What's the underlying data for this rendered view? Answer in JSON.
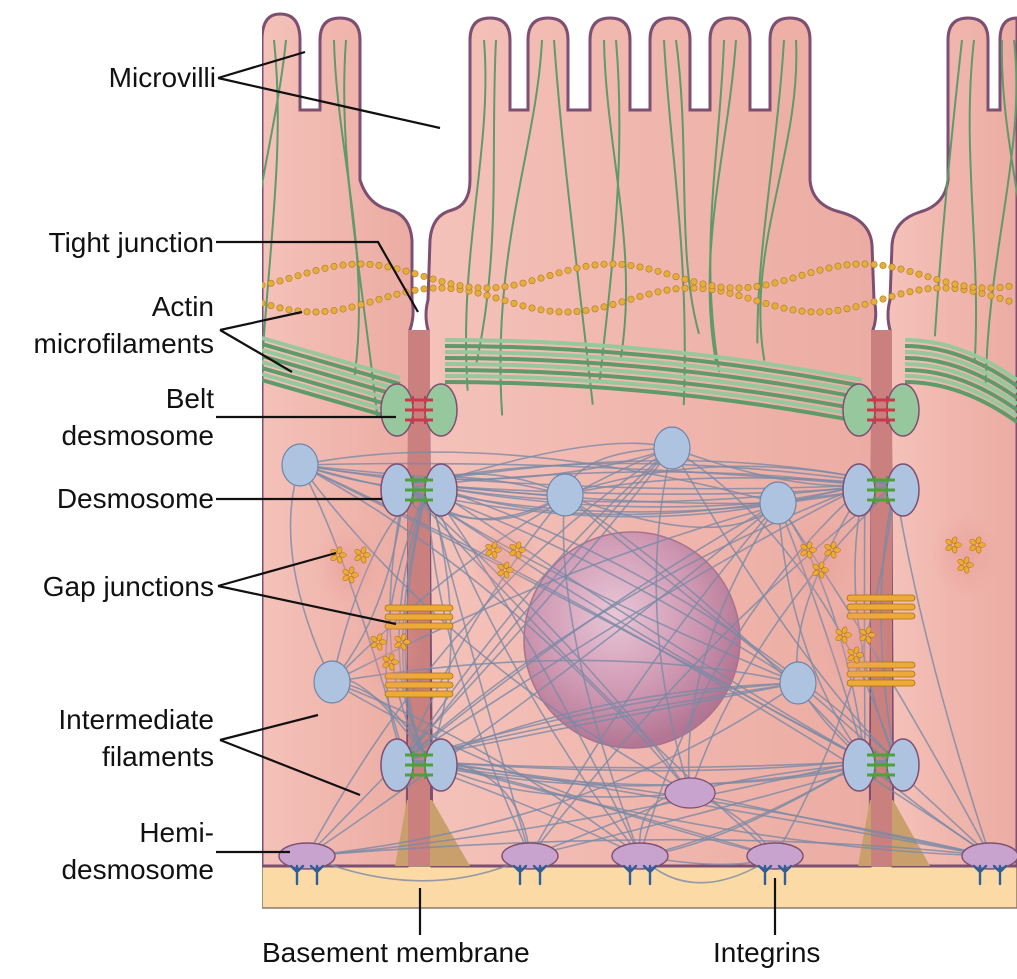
{
  "labels": {
    "microvilli": "Microvilli",
    "tight_junction": "Tight junction",
    "actin_line1": "Actin",
    "actin_line2": "microfilaments",
    "belt_line1": "Belt",
    "belt_line2": "desmosome",
    "desmosome": "Desmosome",
    "gap_junctions": "Gap junctions",
    "intermediate_line1": "Intermediate",
    "intermediate_line2": "filaments",
    "hemi_line1": "Hemi-",
    "hemi_line2": "desmosome",
    "basement_membrane": "Basement membrane",
    "integrins": "Integrins"
  },
  "colors": {
    "cell_fill": "#efb3aa",
    "cell_light": "#f7d5cf",
    "membrane": "#7d4f72",
    "intercellular": "#c9807e",
    "actin": "#5e9a6a",
    "actin_belt": "#97c79c",
    "tight_beads": "#e5ad3c",
    "belt_plaque": "#c93a4a",
    "desmosome_plaque": "#adc3e0",
    "desmosome_links": "#4fa03a",
    "gap_junction": "#eeaa36",
    "intermediate_filaments": "#7a8aa6",
    "hemidesmosome": "#c7a3cd",
    "integrin": "#2e5f9a",
    "basement_membrane": "#fbdaa5",
    "nucleus": "#c98ea8",
    "wedge": "#c9a06c"
  }
}
